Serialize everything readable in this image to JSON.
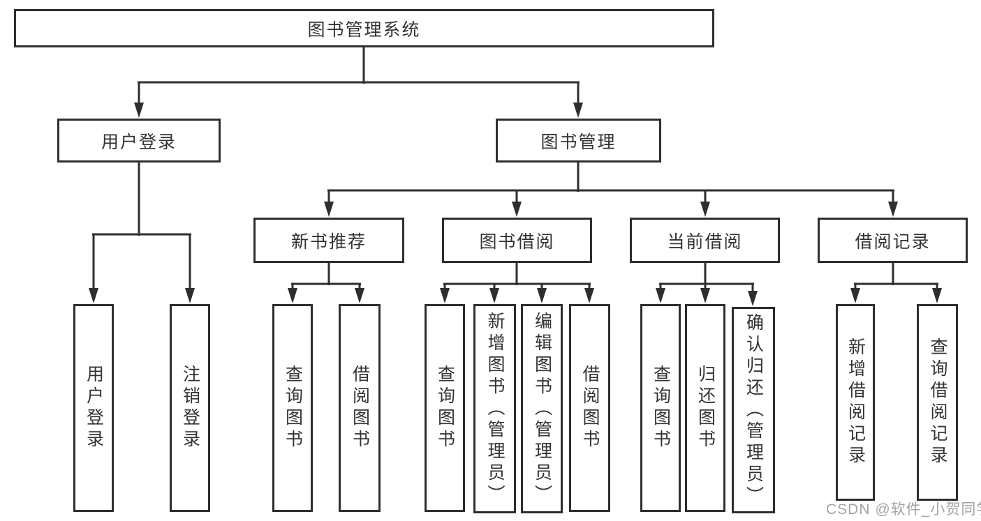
{
  "diagram": {
    "title_node": {
      "label": "图书管理系统"
    },
    "level2_nodes": [
      {
        "id": "user-login",
        "label": "用户登录"
      },
      {
        "id": "book-management",
        "label": "图书管理"
      }
    ],
    "level3_nodes": [
      {
        "id": "new-book-recommend",
        "label": "新书推荐",
        "parent": "图书管理"
      },
      {
        "id": "book-borrow",
        "label": "图书借阅",
        "parent": "图书管理"
      },
      {
        "id": "current-borrow",
        "label": "当前借阅",
        "parent": "图书管理"
      },
      {
        "id": "borrow-records",
        "label": "借阅记录",
        "parent": "图书管理"
      }
    ],
    "leaf_nodes": [
      {
        "label": "用户登录",
        "parent": "用户登录"
      },
      {
        "label": "注销登录",
        "parent": "用户登录"
      },
      {
        "label": "查询图书",
        "parent": "新书推荐"
      },
      {
        "label": "借阅图书",
        "parent": "新书推荐"
      },
      {
        "label": "查询图书",
        "parent": "图书借阅"
      },
      {
        "label": "新增图书（管理员）",
        "parent": "图书借阅"
      },
      {
        "label": "编辑图书（管理员）",
        "parent": "图书借阅"
      },
      {
        "label": "借阅图书",
        "parent": "图书借阅"
      },
      {
        "label": "查询图书",
        "parent": "当前借阅"
      },
      {
        "label": "归还图书",
        "parent": "当前借阅"
      },
      {
        "label": "确认归还（管理员）",
        "parent": "当前借阅"
      },
      {
        "label": "新增借阅记录",
        "parent": "借阅记录"
      },
      {
        "label": "查询借阅记录",
        "parent": "借阅记录"
      }
    ]
  },
  "watermark": {
    "text": "CSDN @软件_小贺同学"
  },
  "colors": {
    "line": "#2e2e2e",
    "box_border": "#2e2e2e",
    "box_fill": "#ffffff",
    "text": "#333333",
    "watermark": "#a3a3a3",
    "background": "#ffffff"
  }
}
